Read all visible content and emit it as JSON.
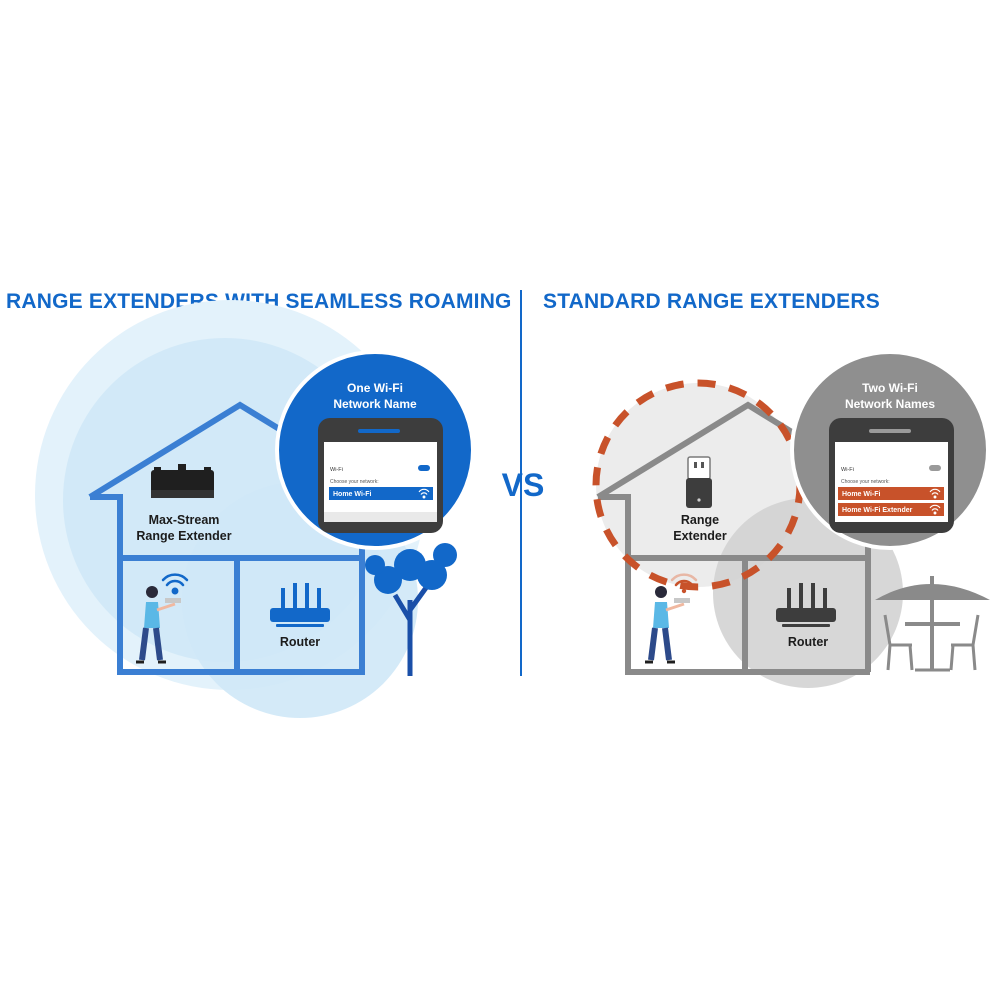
{
  "colors": {
    "accent_blue": "#1268c9",
    "coverage_blue": "#cfe8f7",
    "coverage_blue_light": "#e3f2fb",
    "house_blue": "#3b7fd3",
    "gray_bubble": "#8f8f8f",
    "house_gray": "#8a8a8a",
    "orange_network": "#c8522a",
    "text_dark": "#1c1c1c"
  },
  "left_panel": {
    "heading": "RANGE EXTENDERS WITH SEAMLESS ROAMING",
    "bubble_title_line1": "One Wi-Fi",
    "bubble_title_line2": "Network Name",
    "phone": {
      "wifi_label": "Wi-Fi",
      "choose_text": "Choose your network:",
      "networks": [
        "Home Wi-Fi"
      ]
    },
    "extender_label_line1": "Max-Stream",
    "extender_label_line2": "Range Extender",
    "router_label": "Router",
    "icons": [
      "router-icon",
      "mesh-extender-icon",
      "wifi-icon",
      "person-icon",
      "tree-icon"
    ]
  },
  "center": {
    "vs_text": "VS"
  },
  "right_panel": {
    "heading": "STANDARD RANGE EXTENDERS",
    "bubble_title_line1": "Two Wi-Fi",
    "bubble_title_line2": "Network Names",
    "phone": {
      "wifi_label": "Wi-Fi",
      "choose_text": "Choose your network:",
      "networks": [
        "Home Wi-Fi",
        "Home Wi-Fi Extender"
      ]
    },
    "extender_label_line1": "Range",
    "extender_label_line2": "Extender",
    "router_label": "Router",
    "icons": [
      "router-icon",
      "plug-extender-icon",
      "wifi-icon",
      "person-icon",
      "patio-umbrella-icon",
      "chair-icon"
    ]
  }
}
